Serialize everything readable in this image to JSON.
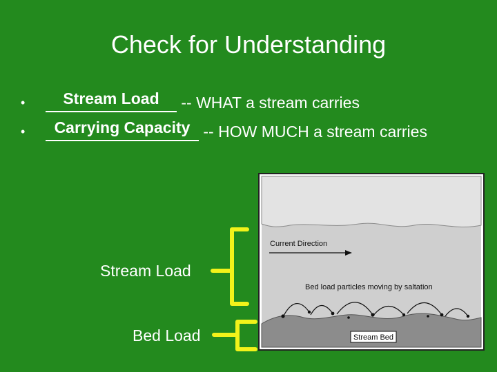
{
  "title": "Check for Understanding",
  "bullets": [
    {
      "bullet": "•",
      "answer": "Stream Load",
      "text": "-- WHAT a stream carries"
    },
    {
      "bullet": "•",
      "answer": "Carrying Capacity",
      "text": "-- HOW MUCH a stream carries"
    }
  ],
  "labels": {
    "stream_load": "Stream Load",
    "bed_load": "Bed Load"
  },
  "diagram": {
    "current_direction": "Current Direction",
    "saltation": "Bed load particles moving by saltation",
    "stream_bed": "Stream Bed"
  },
  "colors": {
    "background": "#238a1e",
    "bracket": "#f2f21a",
    "text": "#ffffff"
  }
}
